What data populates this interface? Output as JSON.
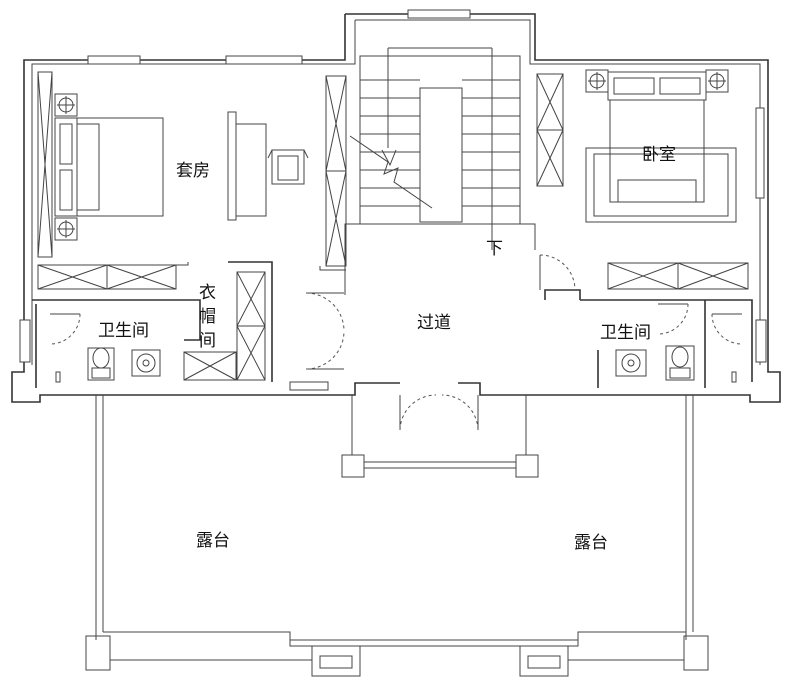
{
  "labels": {
    "suite": "套房",
    "bedroom": "卧室",
    "corridor": "过道",
    "down": "下",
    "cloak_1": "衣",
    "cloak_2": "帽",
    "cloak_3": "间",
    "bath_left": "卫生间",
    "bath_right": "卫生间",
    "terrace_left": "露台",
    "terrace_right": "露台"
  },
  "colors": {
    "line": "#333333",
    "background": "#ffffff"
  }
}
